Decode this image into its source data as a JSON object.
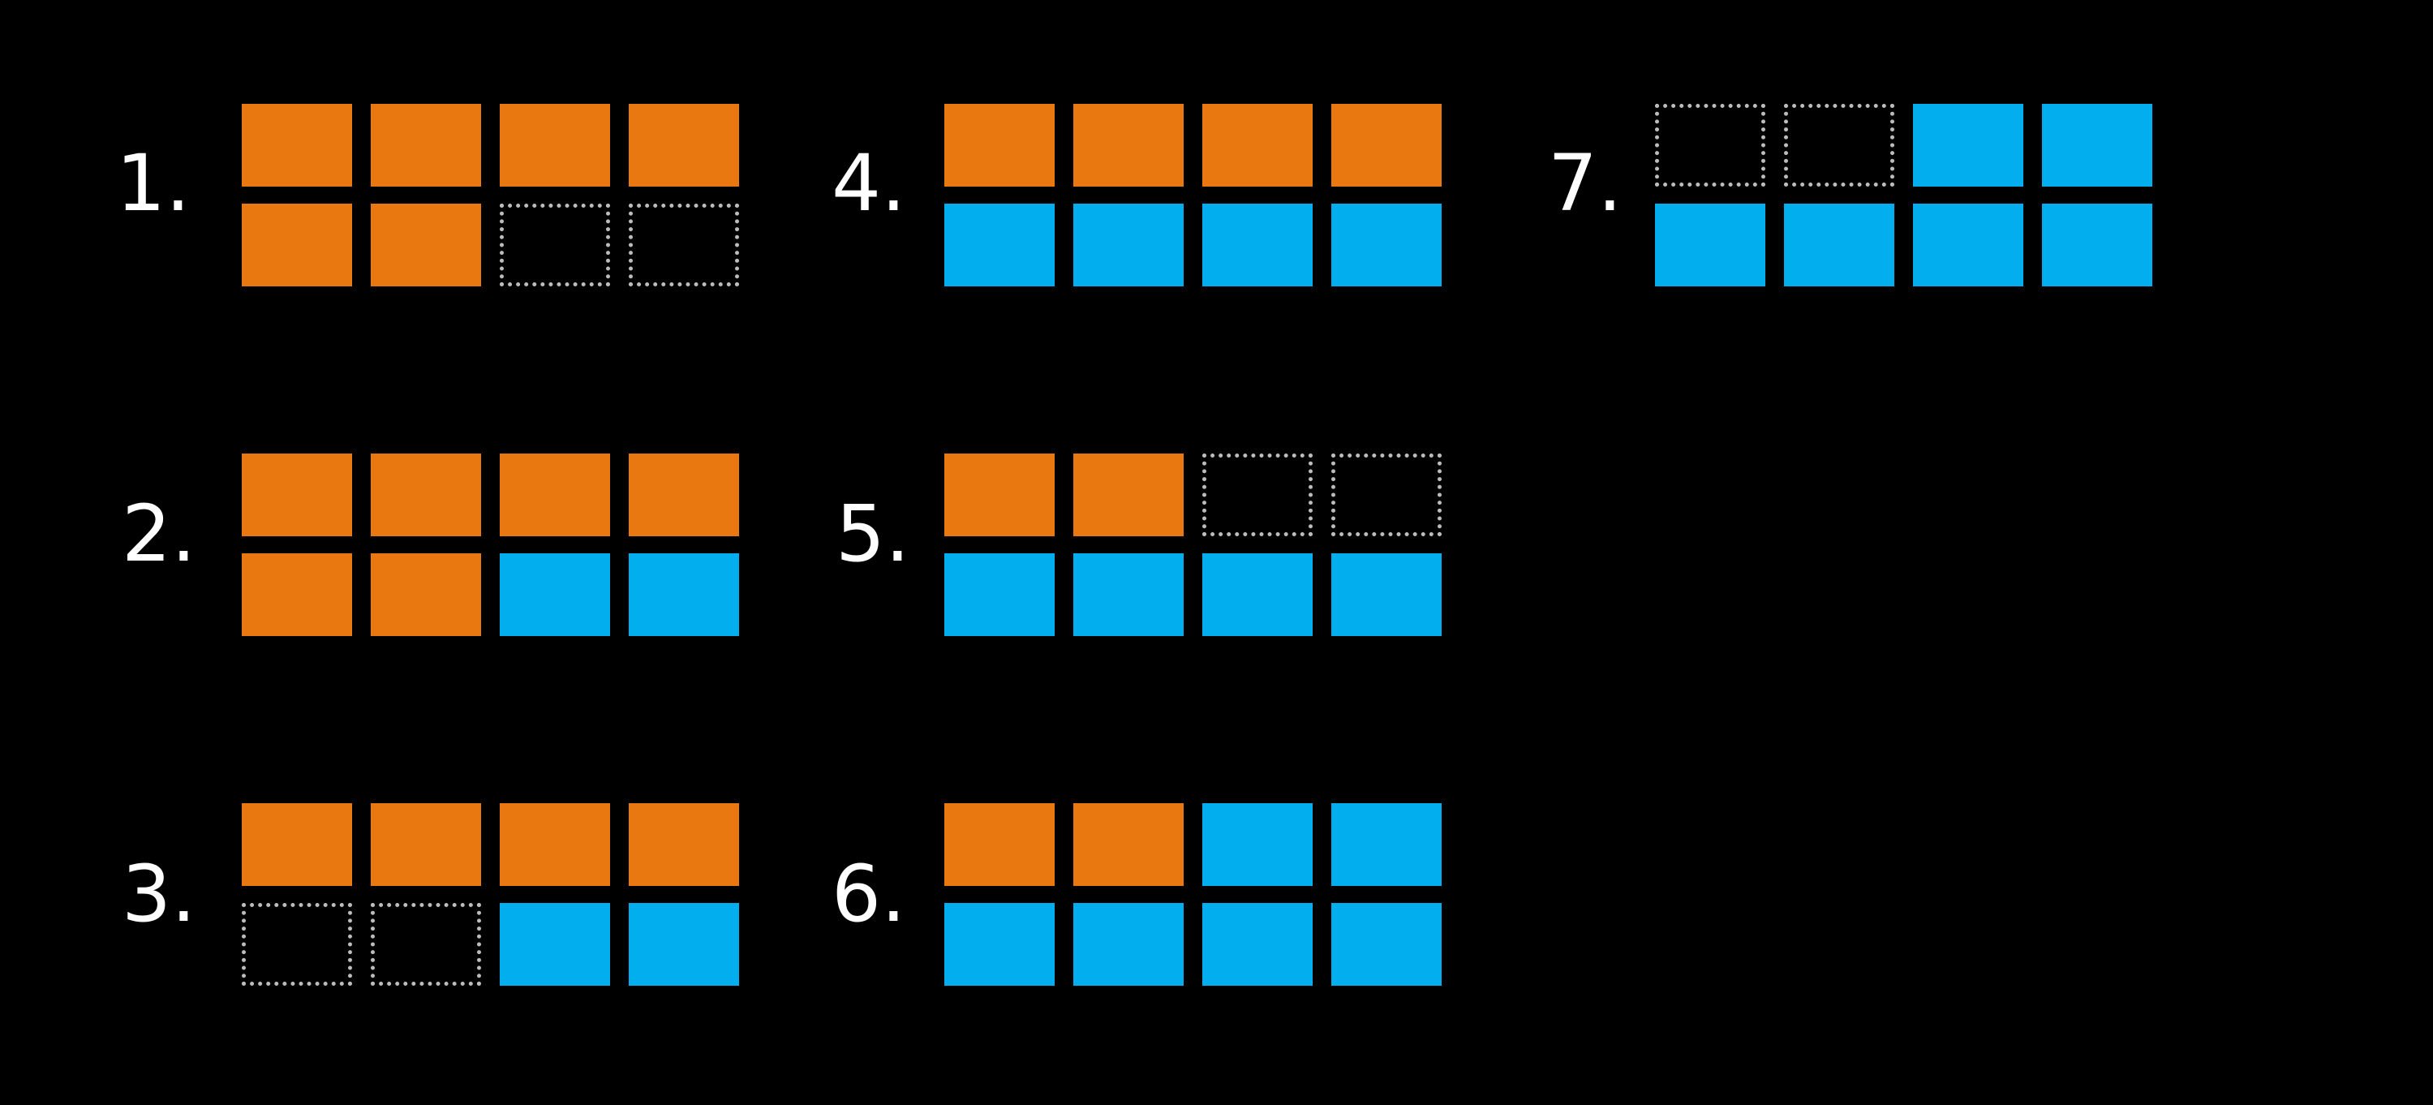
{
  "colors": {
    "orange": "#e8780f",
    "blue": "#02aeee",
    "empty_border": "#bcbcbc",
    "background": "#000000",
    "label": "#ffffff"
  },
  "steps": [
    {
      "label": "1.",
      "cells": [
        "orange",
        "orange",
        "orange",
        "orange",
        "orange",
        "orange",
        "empty",
        "empty"
      ]
    },
    {
      "label": "2.",
      "cells": [
        "orange",
        "orange",
        "orange",
        "orange",
        "orange",
        "orange",
        "blue",
        "blue"
      ]
    },
    {
      "label": "3.",
      "cells": [
        "orange",
        "orange",
        "orange",
        "orange",
        "empty",
        "empty",
        "blue",
        "blue"
      ]
    },
    {
      "label": "4.",
      "cells": [
        "orange",
        "orange",
        "orange",
        "orange",
        "blue",
        "blue",
        "blue",
        "blue"
      ]
    },
    {
      "label": "5.",
      "cells": [
        "orange",
        "orange",
        "empty",
        "empty",
        "blue",
        "blue",
        "blue",
        "blue"
      ]
    },
    {
      "label": "6.",
      "cells": [
        "orange",
        "orange",
        "blue",
        "blue",
        "blue",
        "blue",
        "blue",
        "blue"
      ]
    },
    {
      "label": "7.",
      "cells": [
        "empty",
        "empty",
        "blue",
        "blue",
        "blue",
        "blue",
        "blue",
        "blue"
      ]
    }
  ]
}
